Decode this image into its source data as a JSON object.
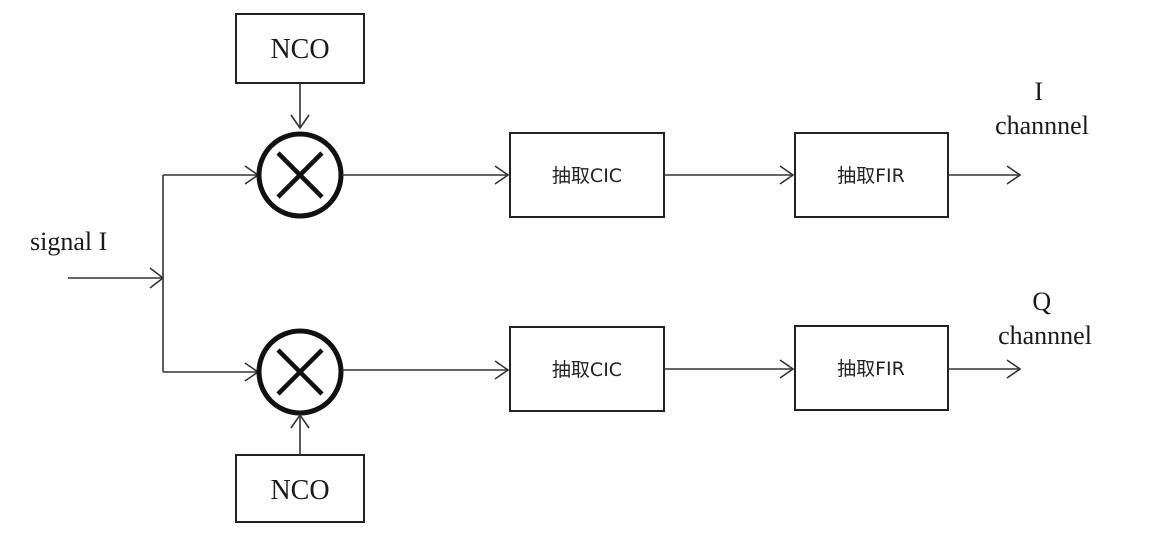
{
  "diagram": {
    "input_label": "signal I",
    "top_branch": {
      "nco_label": "NCO",
      "cic_label": "抽取CIC",
      "fir_label": "抽取FIR",
      "output_line1": "I",
      "output_line2": "channnel"
    },
    "bottom_branch": {
      "nco_label": "NCO",
      "cic_label": "抽取CIC",
      "fir_label": "抽取FIR",
      "output_line1": "Q",
      "output_line2": "channnel"
    }
  }
}
